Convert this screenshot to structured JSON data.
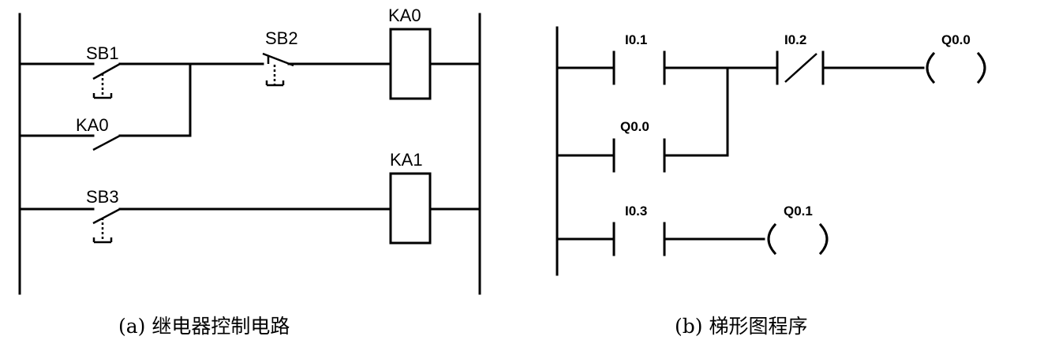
{
  "relay": {
    "contacts": {
      "sb1": "SB1",
      "sb2": "SB2",
      "ka0_contact": "KA0",
      "sb3": "SB3"
    },
    "coils": {
      "ka0": "KA0",
      "ka1": "KA1"
    },
    "caption": "(a) 继电器控制电路"
  },
  "ladder": {
    "contacts": {
      "i01": "I0.1",
      "i02": "I0.2",
      "q00_contact": "Q0.0",
      "i03": "I0.3"
    },
    "coils": {
      "q00": "Q0.0",
      "q01": "Q0.1"
    },
    "caption": "(b) 梯形图程序"
  }
}
